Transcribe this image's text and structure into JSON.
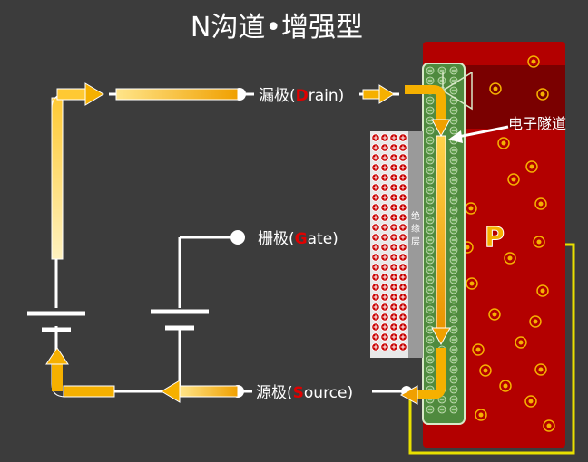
{
  "title": "N沟道•增强型",
  "terminals": {
    "drain": {
      "prefix": "漏极(",
      "letter": "D",
      "suffix": "rain)"
    },
    "gate": {
      "prefix": "栅极(",
      "letter": "G",
      "suffix": "ate)"
    },
    "source": {
      "prefix": "源极(",
      "letter": "S",
      "suffix": "ource)"
    }
  },
  "labels": {
    "electron_tunnel": "电子隧道",
    "insulator": [
      "绝",
      "缘",
      "层"
    ],
    "substrate": "P"
  },
  "colors": {
    "background": "#3c3c3c",
    "substrate": "#b30000",
    "n_region": "#4f8a3e",
    "arrow": "#f5b000",
    "wire": "#ffffff",
    "bias_wire": "#e8e000",
    "letter_badge": "#e00000"
  }
}
